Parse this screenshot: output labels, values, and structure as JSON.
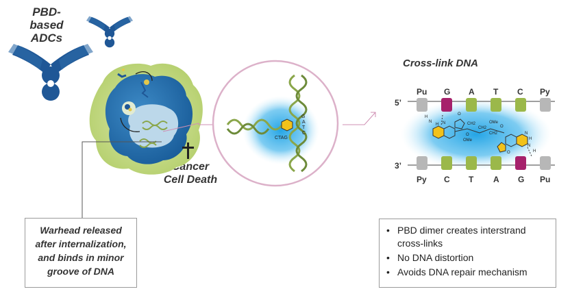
{
  "title": [
    "PBD-based",
    "ADCs"
  ],
  "cell_death_label": [
    "Cancer",
    "Cell Death"
  ],
  "crosslink_title": "Cross-link DNA",
  "warhead_box": [
    "Warhead released",
    "after internalization,",
    "and binds in minor",
    "groove of DNA"
  ],
  "dna_strand_top": {
    "end": "5’",
    "bases": [
      "Pu",
      "G",
      "A",
      "T",
      "C",
      "Py"
    ]
  },
  "dna_strand_bottom": {
    "end": "3’",
    "bases": [
      "Py",
      "C",
      "T",
      "A",
      "G",
      "Pu"
    ]
  },
  "minor_groove_letters": {
    "vertical": [
      "G",
      "A",
      "T",
      "C"
    ],
    "diagonal": "CTAG"
  },
  "molecule_labels": [
    "H",
    "N",
    "H",
    "N",
    "O",
    "CH2",
    "CH2",
    "CH2",
    "OMe",
    "O",
    "O",
    "OMe",
    "N",
    "H",
    "N",
    "H",
    "O"
  ],
  "bullets": [
    "PBD dimer creates interstrand cross-links",
    "No DNA distortion",
    "Avoids DNA repair mechanism"
  ],
  "colors": {
    "antibody": "#1f5796",
    "payload": "#e3c74a",
    "cell_outer": "#c7dd8c",
    "cell_inner": "#2f77b8",
    "dna": "#8aa64a",
    "glow": "#2aa6e3",
    "circle": "#e3b8cf",
    "magenta": "#a6216b",
    "green_block": "#9bb84a",
    "gray_block": "#b7b7b7"
  }
}
